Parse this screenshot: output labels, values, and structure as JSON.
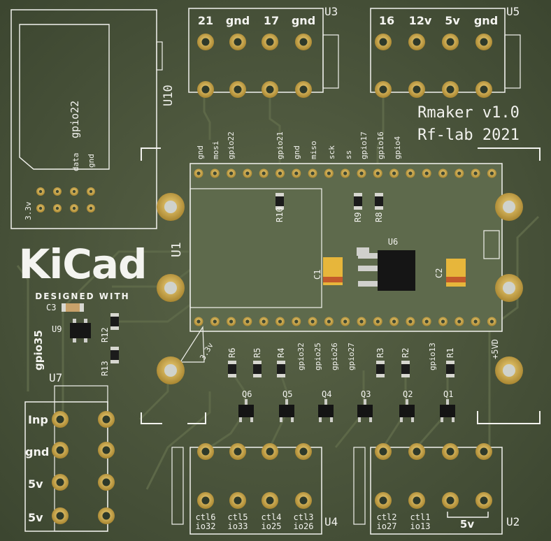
{
  "board": {
    "title": "Rmaker v1.0",
    "subtitle": "Rf-lab 2021",
    "colors": {
      "pcb": "#4a5438",
      "silk": "#f2f2ee",
      "copper": "#c9a94a",
      "trace": "#596345"
    }
  },
  "logo": {
    "text": "KiCad",
    "tagline": "DESIGNED WITH"
  },
  "connectors": {
    "u3": {
      "ref": "U3",
      "pins": [
        "21",
        "gnd",
        "17",
        "gnd"
      ]
    },
    "u5": {
      "ref": "U5",
      "pins": [
        "16",
        "12v",
        "5v",
        "gnd"
      ]
    },
    "u4": {
      "ref": "U4",
      "labels": [
        [
          "ctl6",
          "io32"
        ],
        [
          "ctl5",
          "io33"
        ],
        [
          "ctl4",
          "io25"
        ],
        [
          "ctl3",
          "io26"
        ]
      ]
    },
    "u2": {
      "ref": "U2",
      "labels": [
        [
          "ctl2",
          "io27"
        ],
        [
          "ctl1",
          "io13"
        ]
      ],
      "bottom_label": "5v"
    },
    "u7": {
      "ref": "U7",
      "pins": [
        "Inp",
        "gnd",
        "5v",
        "5v"
      ]
    }
  },
  "module_u10": {
    "ref": "U10",
    "label_main": "gpio22",
    "label_data": "data",
    "label_gnd": "gnd",
    "label_v": "3.3v"
  },
  "module_u1": {
    "ref": "U1",
    "top_pins": [
      "gnd",
      "mosi",
      "gpio22",
      "gpio21",
      "gnd",
      "miso",
      "sck",
      "ss",
      "gpio17",
      "gpio16",
      "gpio4"
    ],
    "bottom_pins": [
      "gpio32",
      "gpio25",
      "gpio26",
      "gpio27",
      "gpio13"
    ],
    "label_33v": "3.3v",
    "label_5vd": "+5VD"
  },
  "components": {
    "resistors": [
      "R1",
      "R2",
      "R3",
      "R4",
      "R5",
      "R6",
      "R8",
      "R9",
      "R10",
      "R12",
      "R13"
    ],
    "transistors": [
      "Q1",
      "Q2",
      "Q3",
      "Q4",
      "Q5",
      "Q6"
    ],
    "caps": [
      "C1",
      "C2",
      "C3"
    ],
    "regulator": "U6",
    "u9": "U9",
    "gpio35": "gpio35"
  }
}
